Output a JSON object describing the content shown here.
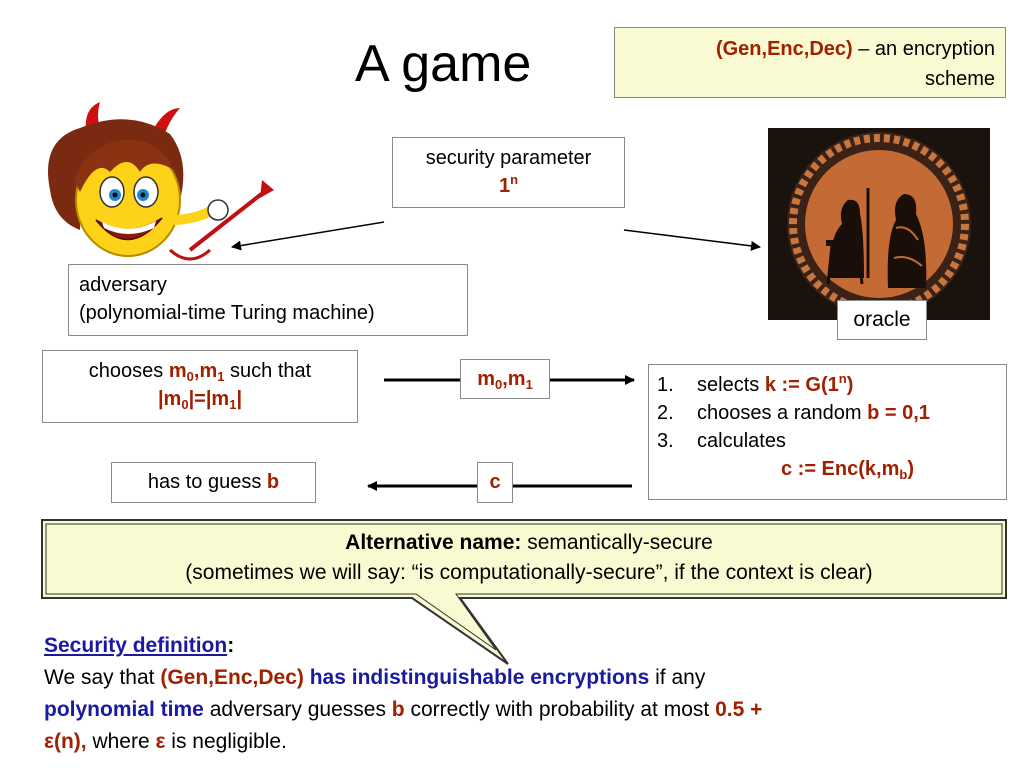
{
  "title": "A game",
  "scheme": {
    "name": "(Gen,Enc,Dec)",
    "rest_line1": " – an encryption",
    "line2": "scheme"
  },
  "security_parameter": {
    "label": "security parameter",
    "value": "1",
    "exponent": "n"
  },
  "adversary": {
    "line1": "adversary",
    "line2": "(polynomial-time Turing machine)"
  },
  "oracle": {
    "label": "oracle"
  },
  "chooses": {
    "prefix": "chooses ",
    "m": "m",
    "sub0": "0",
    "comma": ",m",
    "sub1": "1",
    "suffix": " such that",
    "cond_a": "|m",
    "cond_b": "|=|m",
    "cond_c": "|"
  },
  "message_label": {
    "m": "m",
    "sub0": "0",
    "comma": ",m",
    "sub1": "1"
  },
  "steps": [
    {
      "num": "1.",
      "text": "selects ",
      "bold": "k := G(1",
      "sup": "n",
      "close": ")"
    },
    {
      "num": "2.",
      "text": "chooses a random ",
      "bold": "b = 0,1"
    },
    {
      "num": "3.",
      "text": "calculates"
    }
  ],
  "ciphertext_formula": {
    "text": "c := Enc(k,m",
    "sub": "b",
    "close": ")"
  },
  "guess": {
    "text": "has to guess ",
    "bold": "b"
  },
  "ciphertext_label": "c",
  "callout": {
    "bold": "Alternative name:",
    "text": " semantically-secure",
    "line2": "(sometimes we will say: “is computationally-secure”, if the context is clear)"
  },
  "definition": {
    "heading": "Security definition",
    "colon": ":",
    "p1": "We say that ",
    "scheme": "(Gen,Enc,Dec)",
    "property": " has indistinguishable encryptions",
    "p2": " if any",
    "poly": "polynomial time",
    "p3": " adversary guesses ",
    "b": "b",
    "p4": " correctly with probability at most ",
    "bound1": "0.5 +",
    "bound2": "ε(n),",
    "p5": " where ",
    "eps": "ε",
    "p6": " is negligible."
  },
  "colors": {
    "highlight_red": "#a02000",
    "highlight_blue": "#1a1aa0",
    "callout_fill": "#fafad2"
  },
  "icons": [
    "devil-adversary-icon",
    "greek-vase-oracle-icon"
  ]
}
